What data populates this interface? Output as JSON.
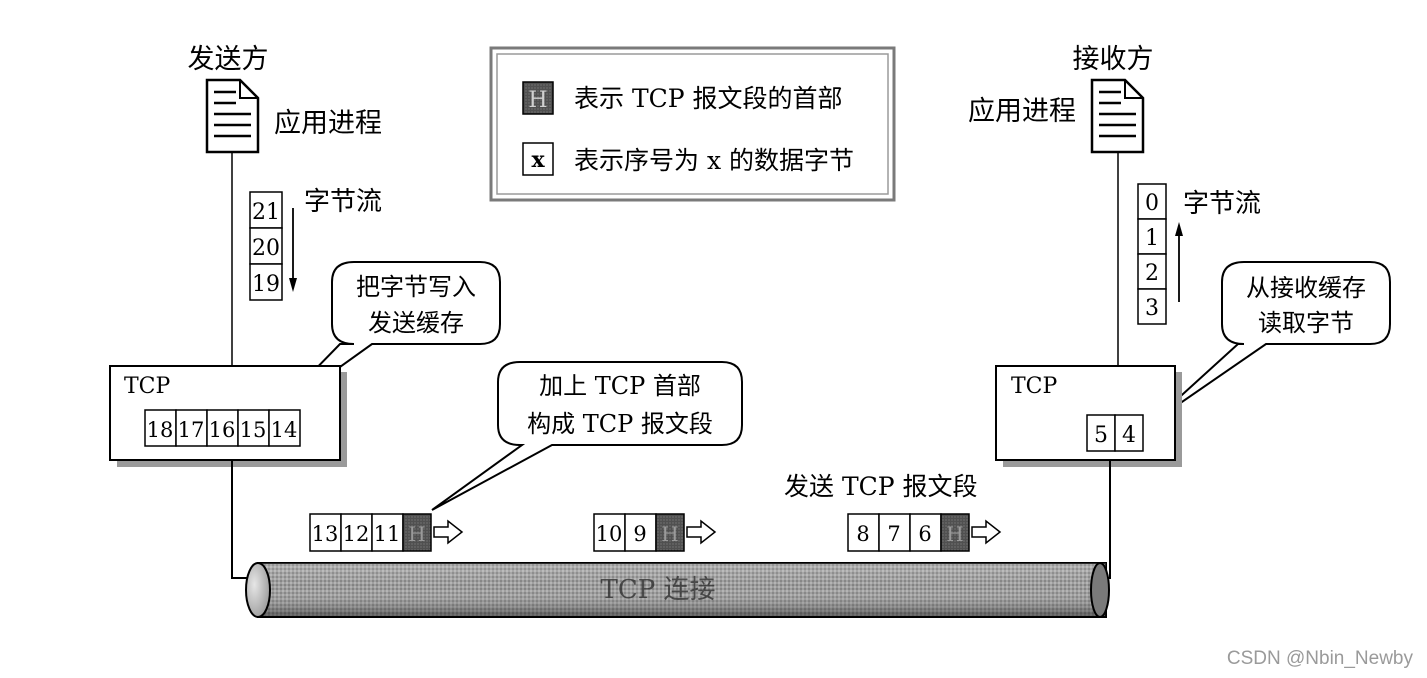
{
  "sender": {
    "title": "发送方",
    "app_process": "应用进程",
    "stream_label": "字节流",
    "stream_bytes": [
      "21",
      "20",
      "19"
    ],
    "tcp_label": "TCP",
    "buffer_bytes": [
      "18",
      "17",
      "16",
      "15",
      "14"
    ]
  },
  "receiver": {
    "title": "接收方",
    "app_process": "应用进程",
    "stream_label": "字节流",
    "stream_bytes": [
      "0",
      "1",
      "2",
      "3"
    ],
    "tcp_label": "TCP",
    "buffer_bytes": [
      "5",
      "4"
    ]
  },
  "legend": {
    "header_glyph": "H",
    "header_text": "表示 TCP 报文段的首部",
    "byte_glyph": "x",
    "byte_text": "表示序号为 x 的数据字节"
  },
  "callouts": {
    "write_line1": "把字节写入",
    "write_line2": "发送缓存",
    "add_header_line1": "加上 TCP 首部",
    "add_header_line2": "构成 TCP 报文段",
    "read_line1": "从接收缓存",
    "read_line2": "读取字节"
  },
  "segments_label": "发送 TCP 报文段",
  "segments": [
    {
      "bytes": [
        "13",
        "12",
        "11"
      ],
      "header": "H"
    },
    {
      "bytes": [
        "10",
        "9"
      ],
      "header": "H"
    },
    {
      "bytes": [
        "8",
        "7",
        "6"
      ],
      "header": "H"
    }
  ],
  "pipe_label": "TCP 连接",
  "watermark": "CSDN @Nbin_Newby",
  "colors": {
    "header_fill": "#555555",
    "pipe_fill": "#8a8a8a",
    "pipe_shadow": "#3a3a3a",
    "legend_border": "#888888",
    "stroke": "#000000"
  }
}
